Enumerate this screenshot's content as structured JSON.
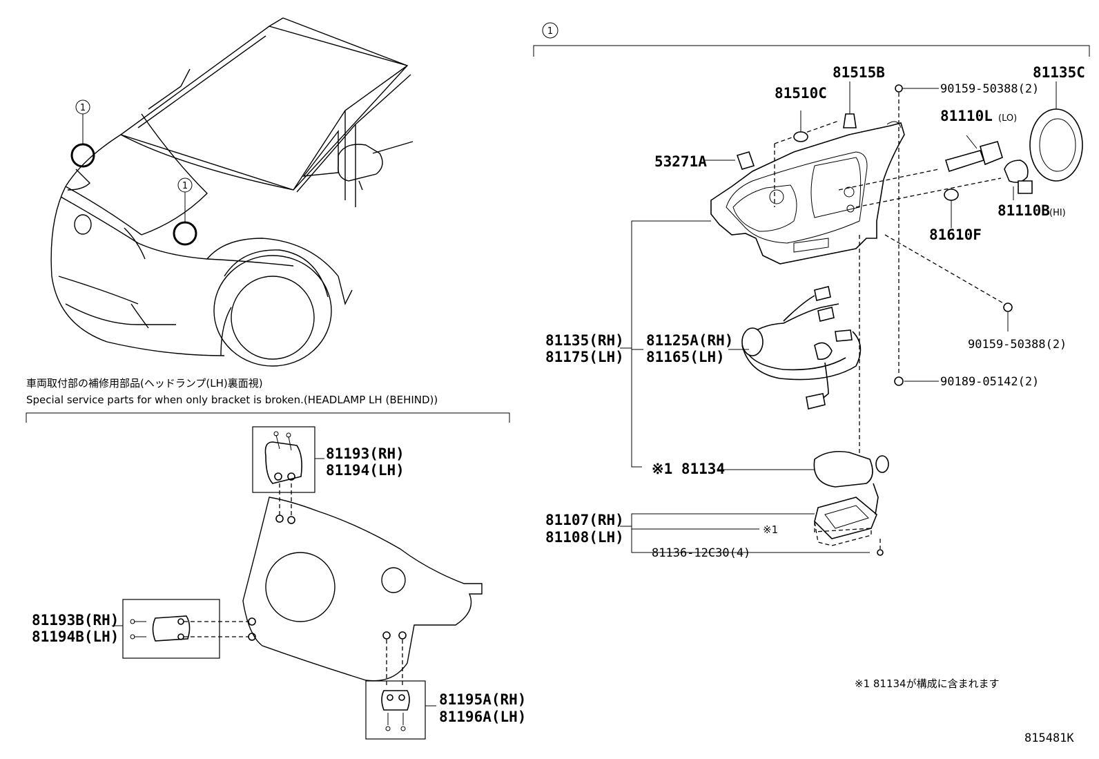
{
  "title_ref": "1",
  "car": {
    "ref_left": "1",
    "ref_right": "1"
  },
  "bracket_section": {
    "title_jp": "車両取付部の補修用部品(ヘッドランプ(LH)裏面視)",
    "title_en": "Special service parts for when only bracket is broken.(HEADLAMP LH (BEHIND))",
    "parts": {
      "p81193": "81193(RH)",
      "p81194": "81194(LH)",
      "p81193B": "81193B(RH)",
      "p81194B": "81194B(LH)",
      "p81195A": "81195A(RH)",
      "p81196A": "81196A(LH)"
    }
  },
  "headlamp": {
    "ref": "1",
    "parts": {
      "p81515B": "81515B",
      "p81510C": "81510C",
      "p53271A": "53271A",
      "p90159_top": "90159-50388(2)",
      "p81135C": "81135C",
      "p81110L": "81110L",
      "p81110L_sub": "(LO)",
      "p81110B": "81110B",
      "p81110B_sub": "(HI)",
      "p81610F": "81610F",
      "p90159_mid": "90159-50388(2)",
      "p90189": "90189-05142(2)",
      "p81135": "81135(RH)",
      "p81175": "81175(LH)",
      "p81125A": "81125A(RH)",
      "p81165": "81165(LH)",
      "p81134": "※1 81134",
      "p81107": "81107(RH)",
      "p81108": "81108(LH)",
      "mark1": "※1",
      "p81136": "81136-12C30(4)"
    }
  },
  "footnote": "※1 81134が構成に含まれます",
  "diagram_code": "815481K"
}
